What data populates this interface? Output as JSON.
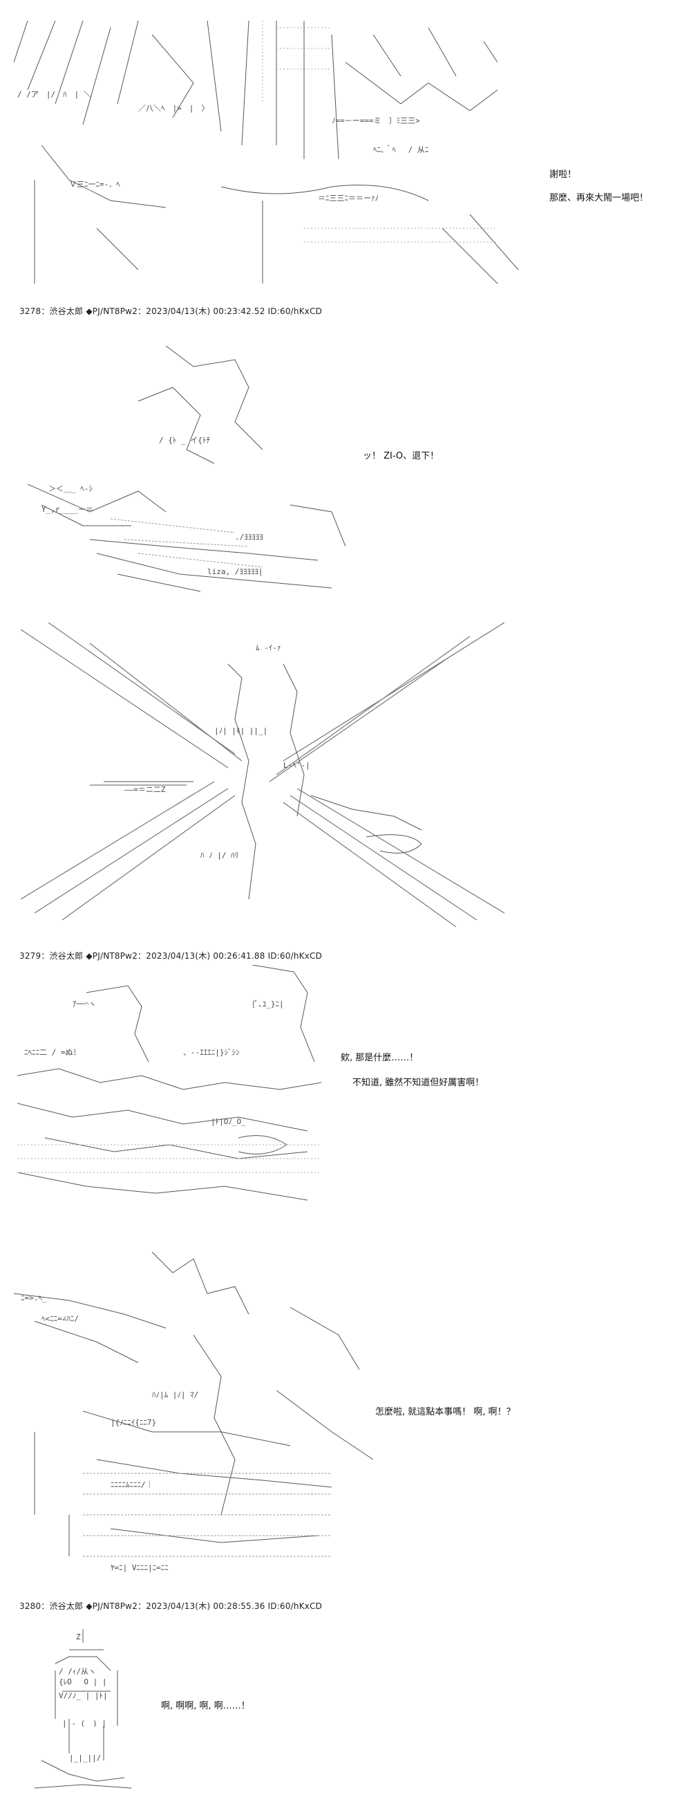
{
  "posts": [
    {
      "header": "3278：渋谷太郎 ◆PJ/NT8Pw2：2023/04/13(木) 00:23:42.52 ID:60/hKxCD"
    },
    {
      "header": "3279：渋谷太郎 ◆PJ/NT8Pw2：2023/04/13(木) 00:26:41.88 ID:60/hKxCD"
    },
    {
      "header": "3280：渋谷太郎 ◆PJ/NT8Pw2：2023/04/13(木) 00:28:55.36 ID:60/hKxCD"
    }
  ],
  "panels": [
    {
      "lines": [
        "謝啦！",
        "那麼、再來大鬧一場吧！"
      ]
    },
    {
      "lines": [
        "ッ！ ZI-O、退下！"
      ]
    },
    {
      "lines": []
    },
    {
      "lines": [
        "欸, 那是什麼……！",
        "不知道, 雖然不知道但好厲害啊！"
      ]
    },
    {
      "lines": [
        "怎麼啦, 就這點本事嗎！ 啊, 啊！？"
      ]
    },
    {
      "lines": [
        "啊, 啊啊, 啊, 啊……！"
      ]
    }
  ]
}
